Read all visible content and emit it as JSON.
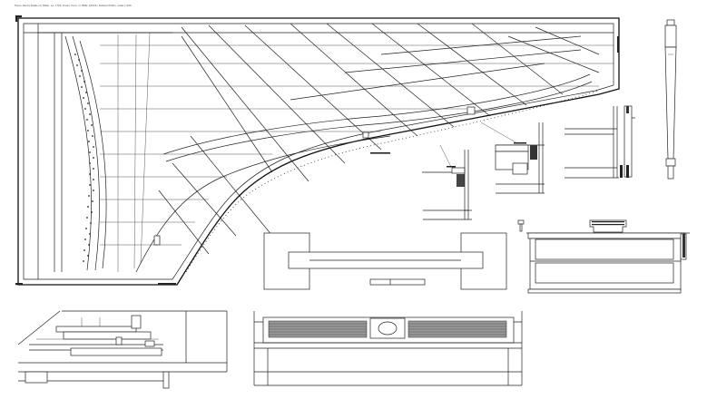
{
  "sheet": {
    "caption": "Pipes Jamini Mekler In Milan, ca. 1703. Danni, Kesi. nr. BRE 1(1921). Edward Pitkin, scale 1:250.",
    "colors": {
      "ink": "#222222",
      "paper": "#ffffff",
      "hatch": "#9a9a9a"
    }
  },
  "drawings": [
    {
      "name": "plan-view"
    },
    {
      "name": "leg-elevation"
    },
    {
      "name": "case-section-a"
    },
    {
      "name": "case-section-b"
    },
    {
      "name": "case-section-c"
    },
    {
      "name": "lid-plan"
    },
    {
      "name": "front-elevation-drawers"
    },
    {
      "name": "keyboard-side-section"
    },
    {
      "name": "keyboard-front-elevation"
    }
  ]
}
